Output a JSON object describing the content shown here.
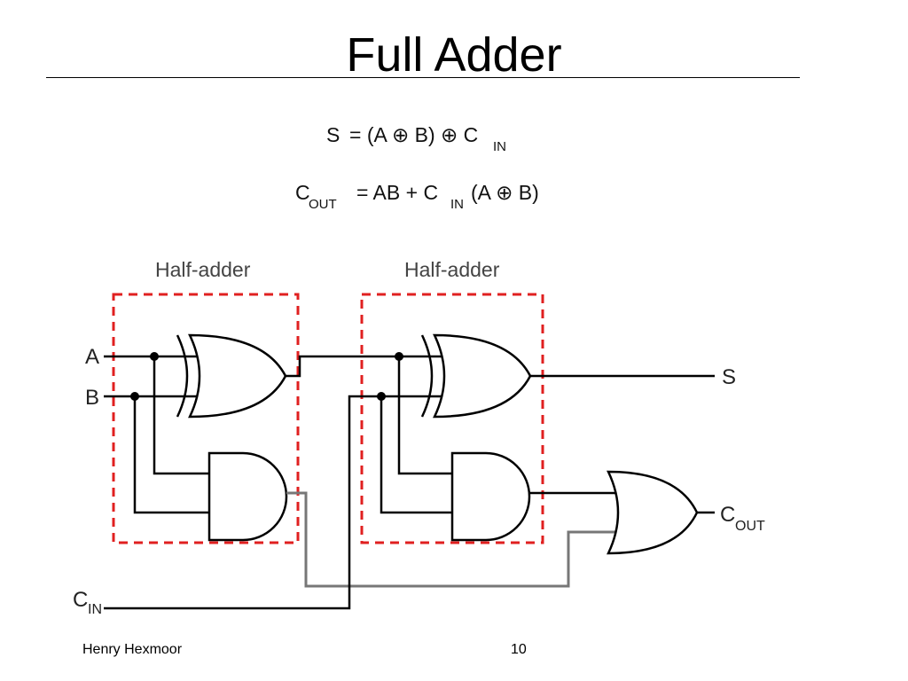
{
  "slide": {
    "title": "Full Adder",
    "author": "Henry Hexmoor",
    "page_number": "10"
  },
  "equations": {
    "sum": {
      "lhs": "S",
      "rhs_main": "= (A ⊕ B) ⊕ C",
      "rhs_sub": "IN"
    },
    "carry": {
      "lhs_main": "C",
      "lhs_sub": "OUT",
      "rhs_a": "= AB + C",
      "rhs_sub": "IN",
      "rhs_b": "(A ⊕ B)"
    }
  },
  "diagram": {
    "half_adder_label_1": "Half-adder",
    "half_adder_label_2": "Half-adder",
    "inputs": {
      "a": "A",
      "b": "B",
      "cin_main": "C",
      "cin_sub": "IN"
    },
    "outputs": {
      "s": "S",
      "cout_main": "C",
      "cout_sub": "OUT"
    },
    "box_color": "#e02020"
  }
}
